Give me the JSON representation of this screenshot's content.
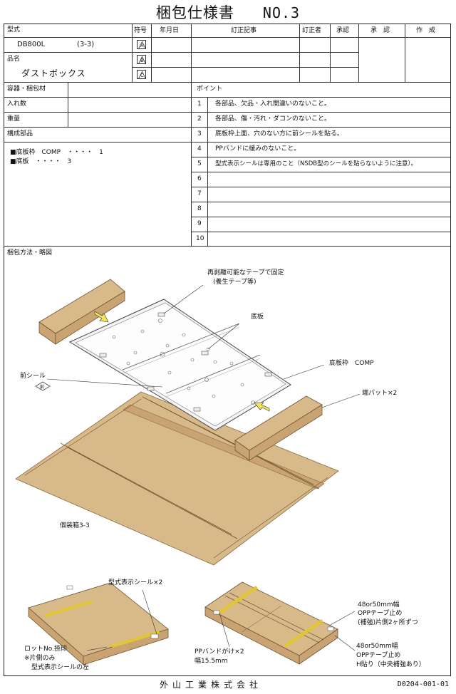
{
  "document": {
    "title": "梱包仕様書",
    "number": "NO.3",
    "footer_company": "外山工業株式会社",
    "footer_code": "D0204-001-01"
  },
  "header": {
    "model_label": "型式",
    "model_value": "DB800L",
    "model_suffix": "(3-3)",
    "product_label": "品名",
    "product_value": "ダストボックス",
    "revision_columns": [
      "符号",
      "年月日",
      "訂正記事",
      "訂正者",
      "承認"
    ],
    "revision_marks": [
      "A",
      "B",
      "C"
    ],
    "approval_columns": [
      "承　認",
      "作　成"
    ]
  },
  "specs": {
    "rows": [
      {
        "label": "容器・梱包材",
        "value": ""
      },
      {
        "label": "入れ数",
        "value": ""
      },
      {
        "label": "重量",
        "value": ""
      }
    ],
    "parts_label": "構成部品",
    "parts": [
      "■底板枠　COMP　・・・・　1",
      "■底板　・・・・　3"
    ]
  },
  "points": {
    "label": "ポイント",
    "items": [
      {
        "no": "1",
        "text": "各部品、欠品・入れ間違いのないこと。"
      },
      {
        "no": "2",
        "text": "各部品、傷・汚れ・ダコンのないこと。"
      },
      {
        "no": "3",
        "text": "底板枠上面、穴のない方に前シールを貼る。"
      },
      {
        "no": "4",
        "text": "PPバンドに緩みのないこと。"
      },
      {
        "no": "5",
        "text": "型式表示シールは専用のこと（NSDB型のシールを貼らないように注意）。"
      },
      {
        "no": "6",
        "text": ""
      },
      {
        "no": "7",
        "text": ""
      },
      {
        "no": "8",
        "text": ""
      },
      {
        "no": "9",
        "text": ""
      },
      {
        "no": "10",
        "text": ""
      }
    ]
  },
  "diagram": {
    "section_label": "梱包方法・略図",
    "tape_note_1": "再剥離可能なテープで固定",
    "tape_note_2": "(養生テープ等)",
    "bottom_plate": "底板",
    "bottom_frame": "底板枠　COMP",
    "front_seal": "前シール",
    "front_seal_mark": "前",
    "end_pad": "端パット×2",
    "box_label": "個装箱3-3",
    "model_seal": "型式表示シール×2",
    "lot_1": "ロットNo.捺印",
    "lot_2": "※片側のみ",
    "lot_3": "型式表示シールの左",
    "pp_band_1": "PPバンドがけ×2",
    "pp_band_2": "幅15.5mm",
    "tape_a_1": "48or50mm幅",
    "tape_a_2": "OPPテープ止め",
    "tape_a_3": "(補強)片側2ヶ所ずつ",
    "tape_b_1": "48or50mm幅",
    "tape_b_2": "OPPテープ止め",
    "tape_b_3": "H貼り（中央補強あり）"
  },
  "colors": {
    "cardboard": "#d8b98a",
    "cardboard_dark": "#c9a472",
    "band": "#e0c53a",
    "arrow": "#f3e45a",
    "line": "#333333"
  }
}
